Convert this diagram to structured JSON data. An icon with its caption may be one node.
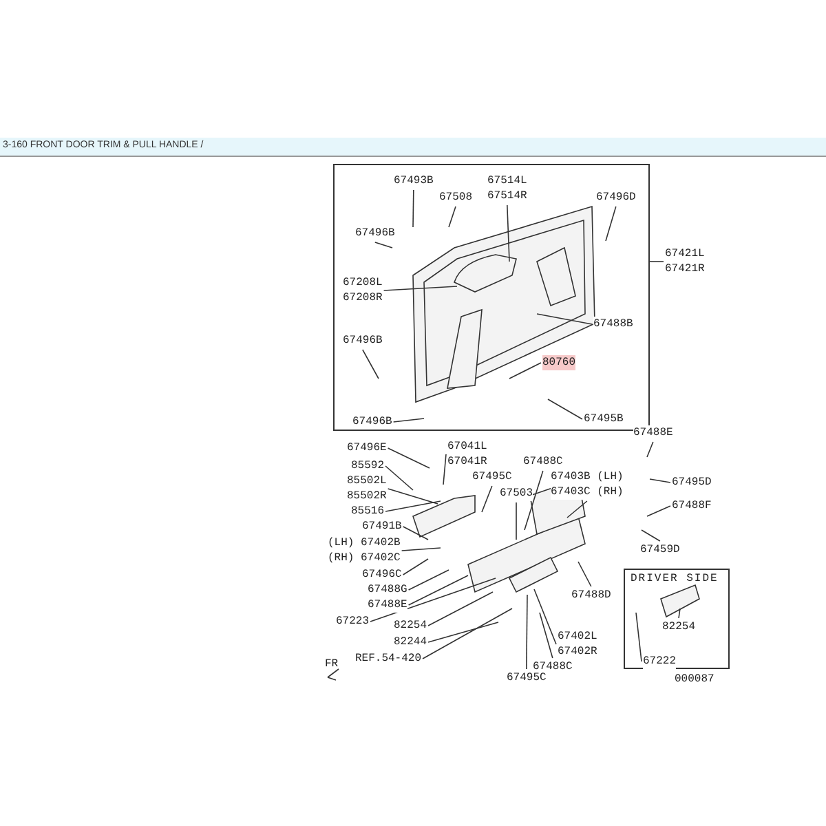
{
  "diagram": {
    "title": "3-160 FRONT DOOR TRIM & PULL HANDLE /",
    "nodes": [
      {
        "text": [],
        "shape": "box"
      },
      {
        "text": [
          "67493B"
        ],
        "in": 0
      },
      {
        "text": [
          "67508"
        ],
        "in": 0
      },
      {
        "text": [
          "67514L",
          "67514R"
        ],
        "in": 0
      },
      {
        "text": [
          "67496D"
        ],
        "in": 0
      },
      {
        "text": [
          "67496B"
        ],
        "in": 0
      },
      {
        "text": [
          "67208L",
          "67208R"
        ],
        "in": 0
      },
      {
        "text": [
          "67488B"
        ],
        "in": 0
      },
      {
        "text": [
          "67496B"
        ],
        "in": 0
      },
      {
        "text": [
          "80760"
        ],
        "in": 0
      },
      {
        "text": [
          "67496B"
        ],
        "in": 0
      },
      {
        "text": [
          "67421L",
          "67421R"
        ]
      },
      {
        "text": [
          "67495B"
        ],
        "in": 0
      },
      {
        "text": [
          "67488E"
        ]
      },
      {
        "text": [
          "67496E"
        ]
      },
      {
        "text": [
          "67041L",
          "67041R"
        ]
      },
      {
        "text": [
          "85592"
        ]
      },
      {
        "text": [
          "85502L",
          "85502R"
        ]
      },
      {
        "text": [
          "67495C"
        ]
      },
      {
        "text": [
          "67488C"
        ]
      },
      {
        "text": [
          "67503"
        ]
      },
      {
        "text": [
          "67403B (LH)",
          "67403C (RH)"
        ]
      },
      {
        "text": [
          "67495D"
        ]
      },
      {
        "text": [
          "85516"
        ]
      },
      {
        "text": [
          "67488F"
        ]
      },
      {
        "text": [
          "67491B"
        ]
      },
      {
        "text": [
          "(LH) 67402B",
          "(RH) 67402C"
        ]
      },
      {
        "text": [
          "67459D"
        ]
      },
      {
        "text": [
          "67496C"
        ]
      },
      {
        "text": [
          "67488G"
        ]
      },
      {
        "text": [
          "67488D"
        ]
      },
      {
        "text": [
          "67488E"
        ]
      },
      {
        "text": [
          "DRIVER SIDE"
        ]
      },
      {
        "text": [
          "82254"
        ],
        "in": 32
      },
      {
        "text": [
          "67222"
        ],
        "in": 32
      },
      {
        "text": [
          "67223"
        ]
      },
      {
        "text": [
          "82254"
        ]
      },
      {
        "text": [
          "67402L",
          "67402R"
        ]
      },
      {
        "text": [
          "82244"
        ]
      },
      {
        "text": [
          "REF.54-420"
        ]
      },
      {
        "text": [
          "67488C"
        ]
      },
      {
        "text": [
          "67495C"
        ]
      }
    ],
    "edges": [
      {
        "from": 1,
        "to": null,
        "arrow": "none"
      },
      {
        "from": 2,
        "to": null,
        "arrow": "none"
      },
      {
        "from": 3,
        "to": null,
        "arrow": "none"
      },
      {
        "from": 4,
        "to": null,
        "arrow": "none"
      },
      {
        "from": 5,
        "to": null,
        "arrow": "none"
      },
      {
        "from": 6,
        "to": null,
        "arrow": "none"
      },
      {
        "from": 7,
        "to": null,
        "arrow": "none"
      },
      {
        "from": 8,
        "to": null,
        "arrow": "none"
      },
      {
        "from": 9,
        "to": null,
        "arrow": "none"
      },
      {
        "from": 10,
        "to": null,
        "arrow": "none"
      },
      {
        "from": 11,
        "to": 0,
        "arrow": "none"
      },
      {
        "from": 12,
        "to": null,
        "arrow": "none"
      },
      {
        "from": 13,
        "to": null,
        "arrow": "none"
      },
      {
        "from": 14,
        "to": null,
        "arrow": "none"
      },
      {
        "from": 15,
        "to": null,
        "arrow": "none"
      },
      {
        "from": 16,
        "to": null,
        "arrow": "none"
      },
      {
        "from": 17,
        "to": null,
        "arrow": "none"
      },
      {
        "from": 18,
        "to": null,
        "arrow": "none"
      },
      {
        "from": 19,
        "to": null,
        "arrow": "none"
      },
      {
        "from": 20,
        "to": null,
        "arrow": "none"
      },
      {
        "from": 21,
        "to": null,
        "arrow": "none"
      },
      {
        "from": 22,
        "to": null,
        "arrow": "none"
      },
      {
        "from": 23,
        "to": null,
        "arrow": "none"
      },
      {
        "from": 24,
        "to": null,
        "arrow": "none"
      },
      {
        "from": 25,
        "to": null,
        "arrow": "none"
      },
      {
        "from": 26,
        "to": null,
        "arrow": "none"
      },
      {
        "from": 27,
        "to": null,
        "arrow": "none"
      },
      {
        "from": 28,
        "to": null,
        "arrow": "none"
      },
      {
        "from": 29,
        "to": null,
        "arrow": "none"
      },
      {
        "from": 30,
        "to": null,
        "arrow": "none"
      },
      {
        "from": 31,
        "to": null,
        "arrow": "none"
      },
      {
        "from": 33,
        "to": null,
        "arrow": "none"
      },
      {
        "from": 34,
        "to": null,
        "arrow": "none"
      },
      {
        "from": 35,
        "to": null,
        "arrow": "none"
      },
      {
        "from": 36,
        "to": null,
        "arrow": "none"
      },
      {
        "from": 37,
        "to": null,
        "arrow": "none"
      },
      {
        "from": 38,
        "to": null,
        "arrow": "none"
      },
      {
        "from": 39,
        "to": null,
        "arrow": "none"
      },
      {
        "from": 40,
        "to": null,
        "arrow": "none"
      },
      {
        "from": 41,
        "to": null,
        "arrow": "none"
      }
    ],
    "labels": [
      "FR",
      "000087"
    ]
  }
}
